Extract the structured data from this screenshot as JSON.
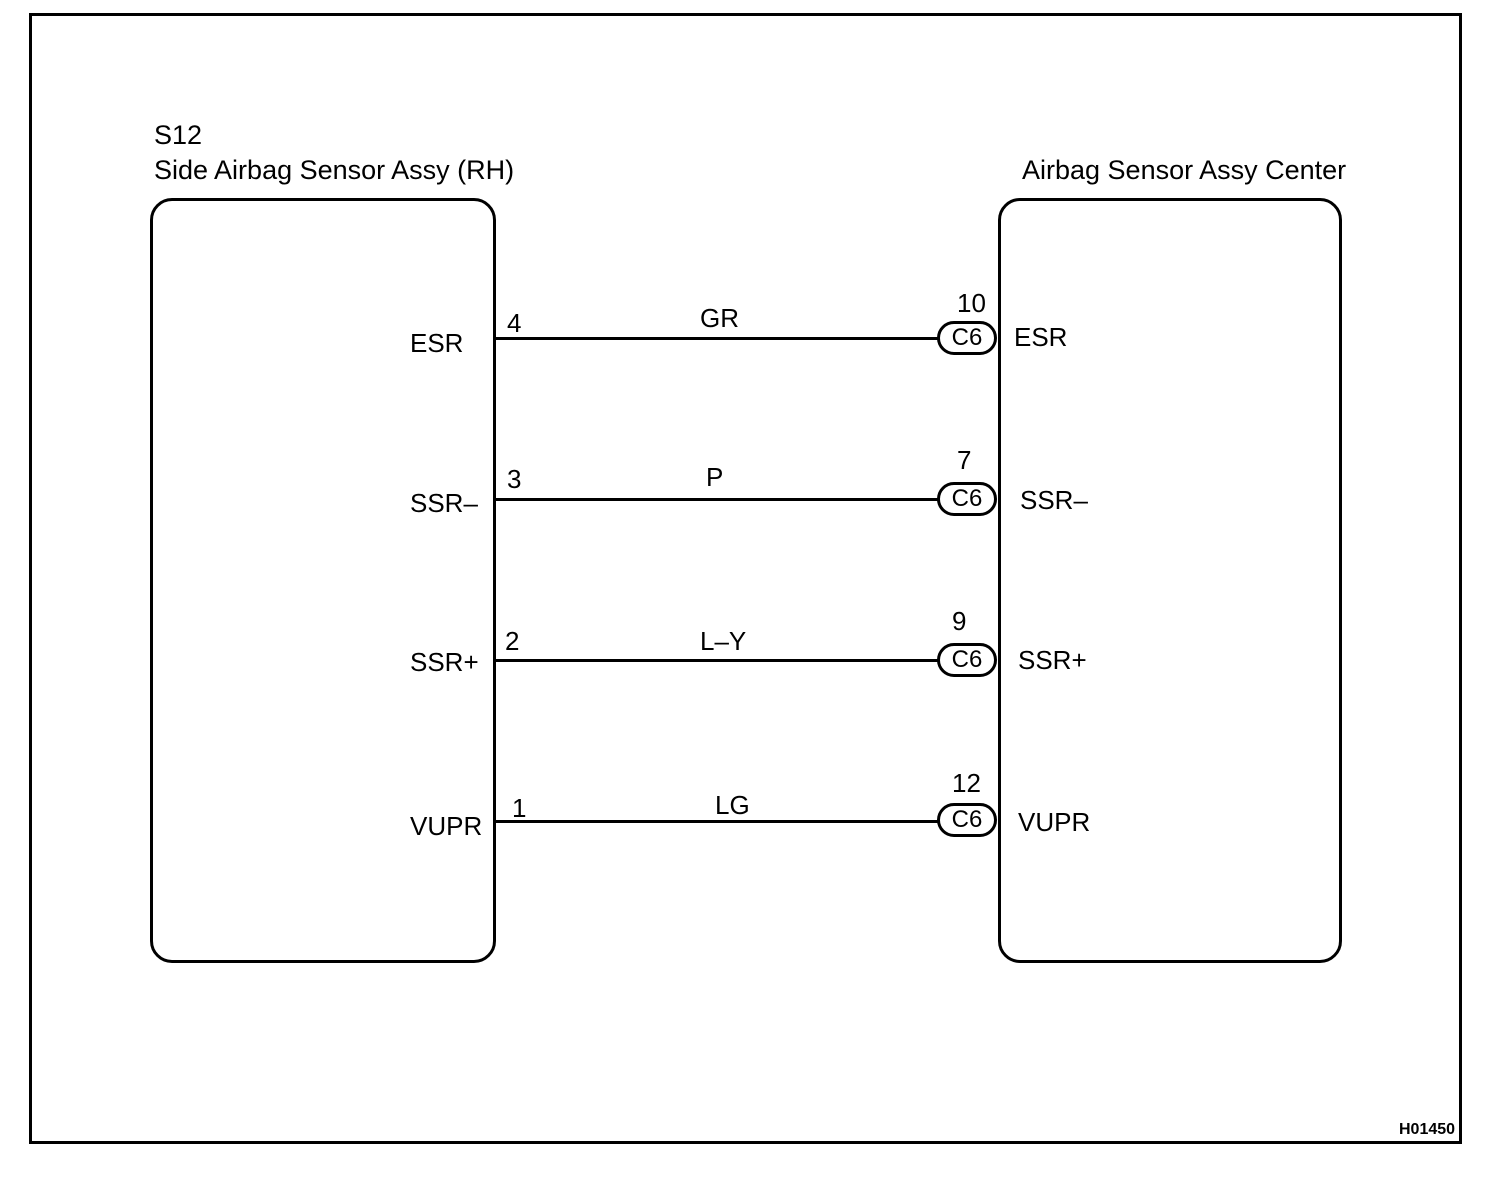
{
  "left_component": {
    "code": "S12",
    "name": "Side Airbag Sensor Assy (RH)"
  },
  "right_component": {
    "name": "Airbag Sensor Assy Center"
  },
  "connections": [
    {
      "left_signal": "ESR",
      "left_pin": "4",
      "wire_color": "GR",
      "connector": "C6",
      "right_pin": "10",
      "right_signal": "ESR"
    },
    {
      "left_signal": "SSR–",
      "left_pin": "3",
      "wire_color": "P",
      "connector": "C6",
      "right_pin": "7",
      "right_signal": "SSR–"
    },
    {
      "left_signal": "SSR+",
      "left_pin": "2",
      "wire_color": "L–Y",
      "connector": "C6",
      "right_pin": "9",
      "right_signal": "SSR+"
    },
    {
      "left_signal": "VUPR",
      "left_pin": "1",
      "wire_color": "LG",
      "connector": "C6",
      "right_pin": "12",
      "right_signal": "VUPR"
    }
  ],
  "figure_code": "H01450"
}
